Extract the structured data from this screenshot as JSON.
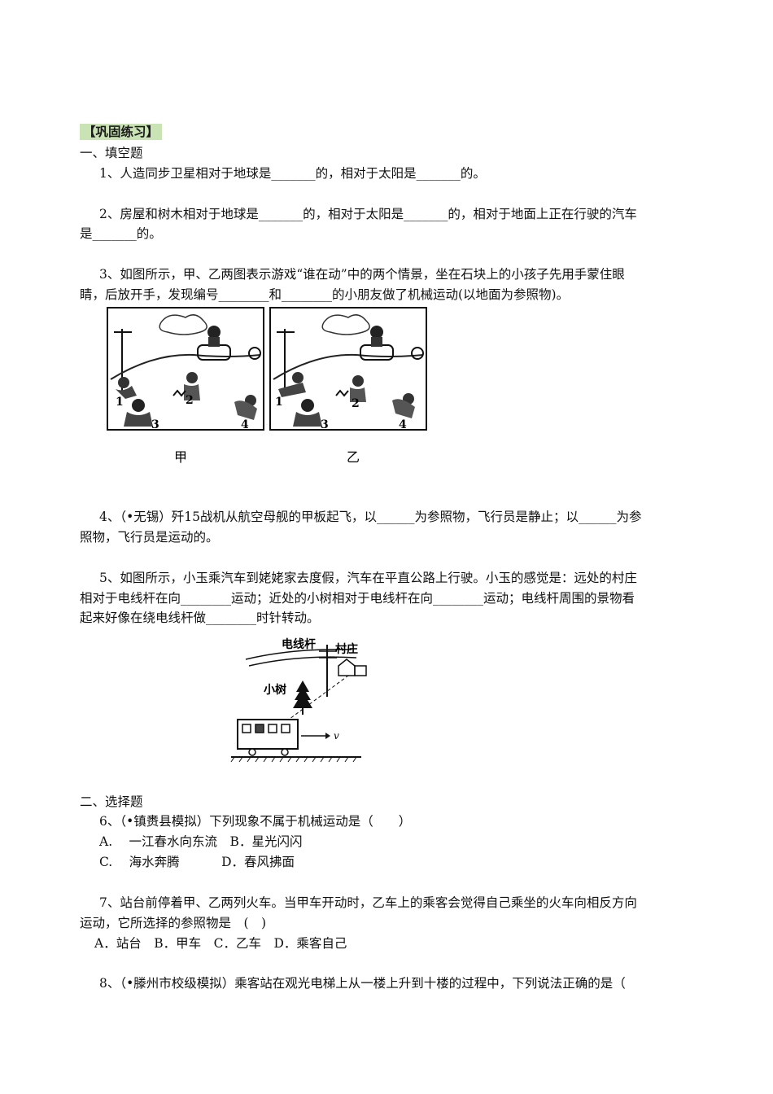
{
  "heading": "【巩固练习】",
  "section1": "一、填空题",
  "q1": "1、人造同步卫星相对于地球是_______的，相对于太阳是_______的。",
  "q2_l1": "2、房屋和树木相对于地球是_______的，相对于太阳是_______的，相对于地面上正在行驶的汽车",
  "q2_l2": "是_______的。",
  "q3_l1": "3、如图所示，甲、乙两图表示游戏“谁在动”中的两个情景，坐在石块上的小孩子先用手蒙住眼",
  "q3_l2": "睛，后放开手，发现编号________和________的小朋友做了机械运动(以地面为参照物)。",
  "fig3": {
    "label_left": "甲",
    "label_right": "乙",
    "numbers": [
      "1",
      "2",
      "3",
      "4"
    ]
  },
  "q4_l1": "4、（•无锡）歼15战机从航空母舰的甲板起飞，以______为参照物，飞行员是静止；以______为参",
  "q4_l2": "照物，飞行员是运动的。",
  "q5_l1": "5、如图所示，小玉乘汽车到姥姥家去度假，汽车在平直公路上行驶。小玉的感觉是：远处的村庄",
  "q5_l2": "相对于电线杆在向________运动；近处的小树相对于电线杆在向________运动；电线杆周围的景物看",
  "q5_l3": "起来好像在绕电线杆做________时针转动。",
  "fig5": {
    "pole": "电线杆",
    "village": "村庄",
    "tree": "小树",
    "v": "v"
  },
  "section2": "二、选择题",
  "q6": "6、（•镇赉县模拟）下列现象不属于机械运动是（　　）",
  "q6_a": "A.　 一江春水向东流　B．星光闪闪",
  "q6_c": "C.　 海水奔腾　　　 D．春风拂面",
  "q7_l1": "7、站台前停着甲、乙两列火车。当甲车开动时，乙车上的乘客会觉得自己乘坐的火车向相反方向",
  "q7_l2": "运动，它所选择的参照物是　(　)",
  "q7_opts": "A．站台　B．甲车　C．乙车　D．乘客自己",
  "q8_l1": "8、（•滕州市校级模拟）乘客站在观光电梯上从一楼上升到十楼的过程中，下列说法正确的是（"
}
